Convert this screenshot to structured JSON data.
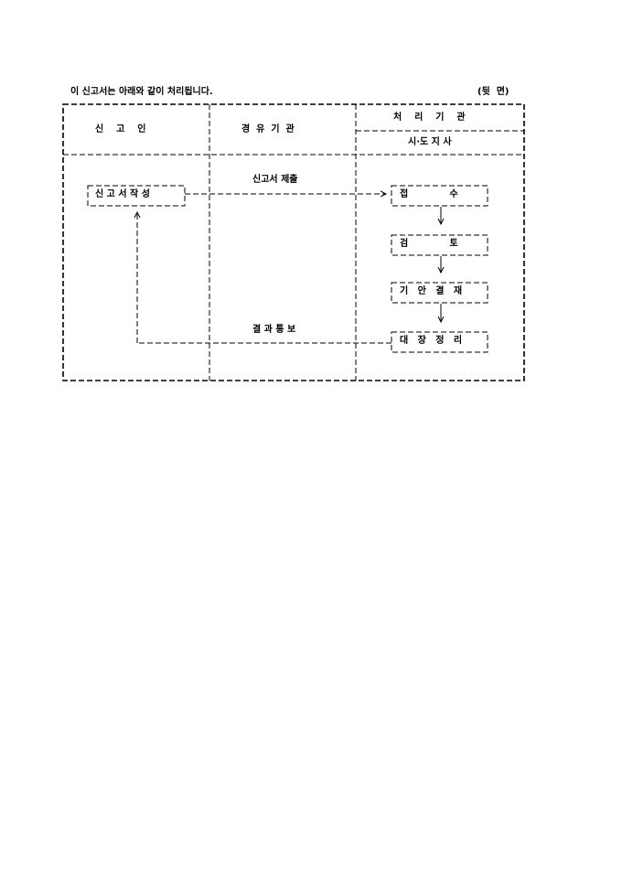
{
  "header": {
    "note": "이 신고서는 아래와 같이 처리됩니다.",
    "page_side": "(뒷  면)"
  },
  "columns": {
    "applicant": "신    고    인",
    "via_agency": "경  유  기  관",
    "processing_agency": "처    리    기    관",
    "processing_agency_sub": "시·도 지 사"
  },
  "flow": {
    "write_form": "신 고 서 작 성",
    "submit_label": "신고서 제출",
    "result_label": "결 과 통 보",
    "steps": [
      "접             수",
      "검             토",
      "기   안   결   재",
      "대   장   정   리"
    ]
  }
}
